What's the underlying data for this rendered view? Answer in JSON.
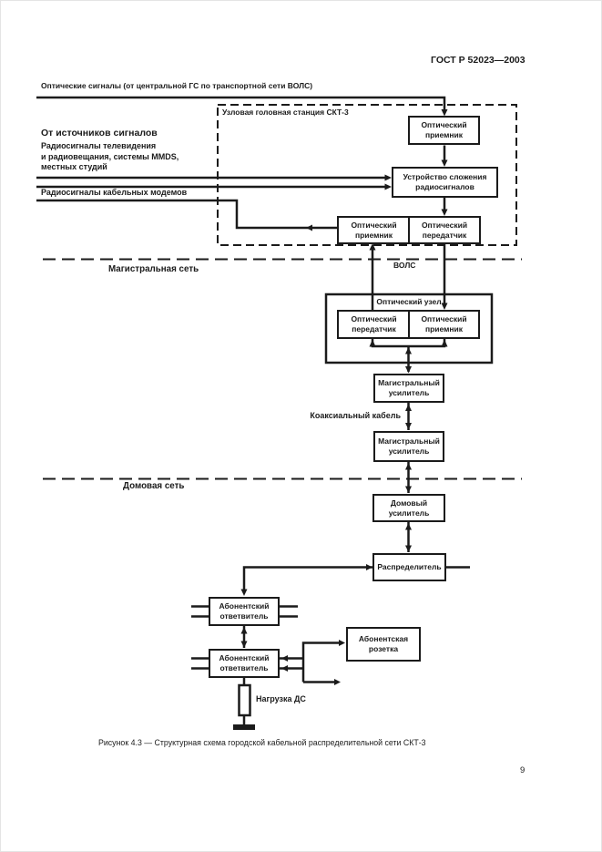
{
  "colors": {
    "ink": "#1b1b1b",
    "paper": "#ffffff"
  },
  "page": {
    "standard_number": "ГОСТ Р 52023—2003",
    "page_number": "9",
    "figure_caption": "Рисунок 4.3 — Структурная схема городской кабельной распределительной сети СКТ-3"
  },
  "labels": {
    "optical_signals": "Оптические сигналы (от центральной ГС по транспортной сети ВОЛС)",
    "sources_heading": "От источников сигналов",
    "sources_detail": "Радиосигналы телевидения\nи радиовещания, системы MMDS,\nместных студий",
    "cable_modems": "Радиосигналы кабельных модемов",
    "trunk_section": "Магистральная сеть",
    "house_section": "Домовая сеть",
    "vols": "ВОЛС",
    "coax_cable": "Коаксиальный кабель",
    "ds_load": "Нагрузка ДС"
  },
  "headend": {
    "title": "Узловая головная станция СКТ-3",
    "optical_receiver_top": "Оптический приемник",
    "signal_combiner": "Устройство сложения радиосигналов",
    "optical_receiver_return": "Оптический приемник",
    "optical_transmitter": "Оптический передатчик"
  },
  "optical_node": {
    "title": "Оптический узел",
    "optical_transmitter": "Оптический передатчик",
    "optical_receiver": "Оптический приемник"
  },
  "trunk": {
    "amplifier_1": "Магистральный усилитель",
    "amplifier_2": "Магистральный усилитель"
  },
  "house": {
    "amplifier": "Домовый усилитель",
    "distributor": "Распределитель",
    "tap_1": "Абонентский ответвитель",
    "tap_2": "Абонентский ответвитель",
    "outlet": "Абонентская розетка"
  }
}
